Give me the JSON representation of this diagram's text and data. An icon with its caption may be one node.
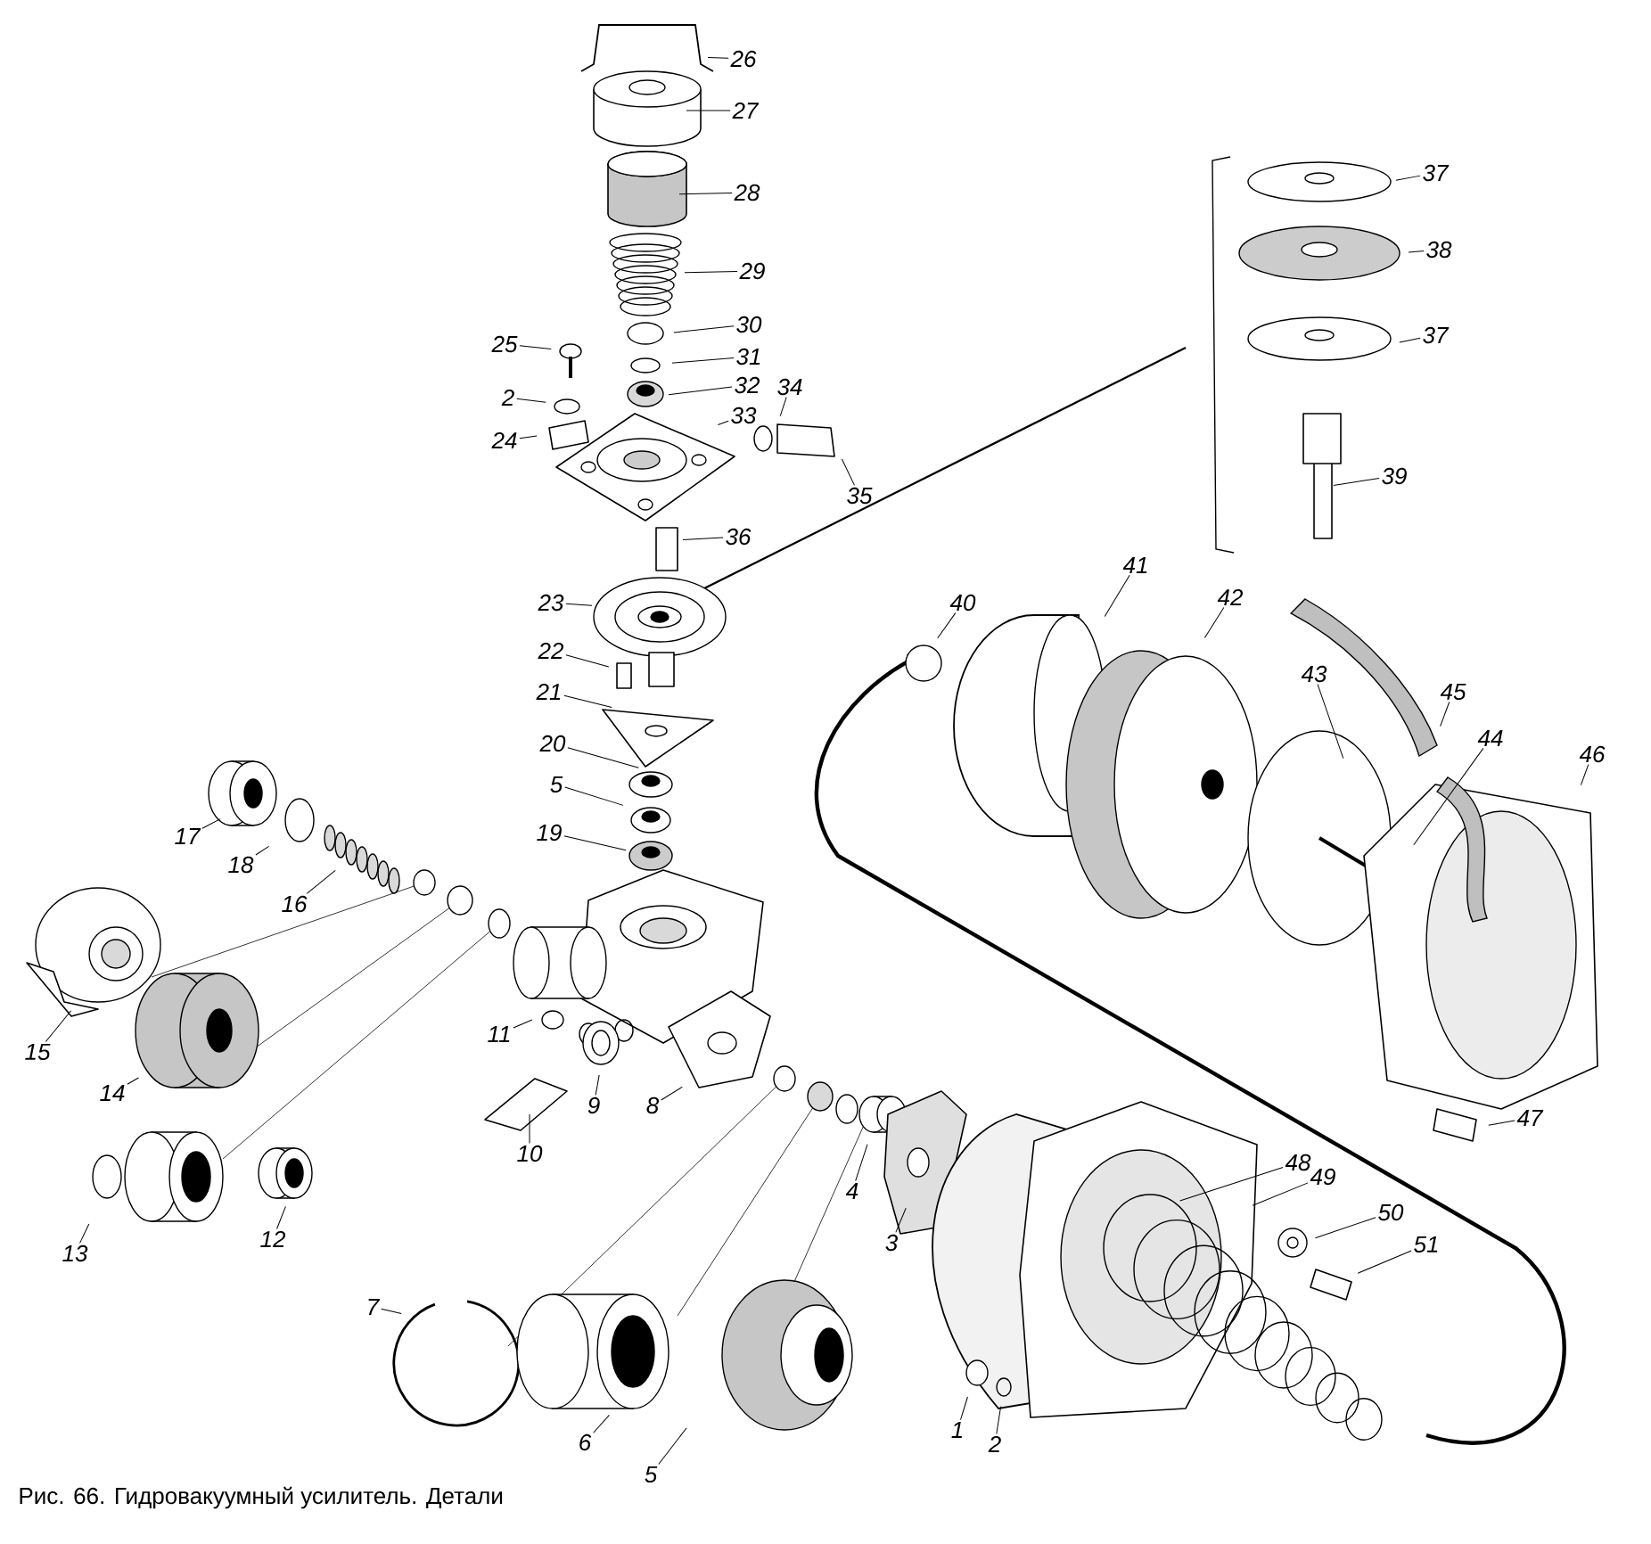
{
  "diagram": {
    "caption": "Рис. 66. Гидровакуумный усилитель. Детали",
    "nodes": [
      {
        "text": [
          "26"
        ]
      },
      {
        "text": [
          "27"
        ]
      },
      {
        "text": [
          "37"
        ]
      },
      {
        "text": [
          "28"
        ]
      },
      {
        "text": [
          "38"
        ]
      },
      {
        "text": [
          "29"
        ]
      },
      {
        "text": [
          "30"
        ]
      },
      {
        "text": [
          "37"
        ]
      },
      {
        "text": [
          "25"
        ]
      },
      {
        "text": [
          "31"
        ]
      },
      {
        "text": [
          "32"
        ]
      },
      {
        "text": [
          "34"
        ]
      },
      {
        "text": [
          "2"
        ]
      },
      {
        "text": [
          "33"
        ]
      },
      {
        "text": [
          "24"
        ]
      },
      {
        "text": [
          "39"
        ]
      },
      {
        "text": [
          "35"
        ]
      },
      {
        "text": [
          "36"
        ]
      },
      {
        "text": [
          "41"
        ]
      },
      {
        "text": [
          "42"
        ]
      },
      {
        "text": [
          "40"
        ]
      },
      {
        "text": [
          "23"
        ]
      },
      {
        "text": [
          "22"
        ]
      },
      {
        "text": [
          "43"
        ]
      },
      {
        "text": [
          "21"
        ]
      },
      {
        "text": [
          "45"
        ]
      },
      {
        "text": [
          "44"
        ]
      },
      {
        "text": [
          "20"
        ]
      },
      {
        "text": [
          "46"
        ]
      },
      {
        "text": [
          "5"
        ]
      },
      {
        "text": [
          "19"
        ]
      },
      {
        "text": [
          "17"
        ]
      },
      {
        "text": [
          "18"
        ]
      },
      {
        "text": [
          "16"
        ]
      },
      {
        "text": [
          "11"
        ]
      },
      {
        "text": [
          "15"
        ]
      },
      {
        "text": [
          "14"
        ]
      },
      {
        "text": [
          "8"
        ]
      },
      {
        "text": [
          "9"
        ]
      },
      {
        "text": [
          "47"
        ]
      },
      {
        "text": [
          "10"
        ]
      },
      {
        "text": [
          "48"
        ]
      },
      {
        "text": [
          "49"
        ]
      },
      {
        "text": [
          "4"
        ]
      },
      {
        "text": [
          "50"
        ]
      },
      {
        "text": [
          "51"
        ]
      },
      {
        "text": [
          "3"
        ]
      },
      {
        "text": [
          "12"
        ]
      },
      {
        "text": [
          "13"
        ]
      },
      {
        "text": [
          "7"
        ]
      },
      {
        "text": [
          "6"
        ]
      },
      {
        "text": [
          "1"
        ]
      },
      {
        "text": [
          "2"
        ]
      },
      {
        "text": [
          "5"
        ]
      }
    ],
    "edges": [
      {
        "from": 0,
        "to": null,
        "arrow": "none"
      },
      {
        "from": 1,
        "to": null,
        "arrow": "none"
      },
      {
        "from": 2,
        "to": null,
        "arrow": "none"
      },
      {
        "from": 3,
        "to": null,
        "arrow": "none"
      },
      {
        "from": 4,
        "to": null,
        "arrow": "none"
      },
      {
        "from": 5,
        "to": null,
        "arrow": "none"
      },
      {
        "from": 6,
        "to": null,
        "arrow": "none"
      },
      {
        "from": 7,
        "to": null,
        "arrow": "none"
      },
      {
        "from": 8,
        "to": null,
        "arrow": "none"
      },
      {
        "from": 9,
        "to": null,
        "arrow": "none"
      },
      {
        "from": 10,
        "to": null,
        "arrow": "none"
      },
      {
        "from": 11,
        "to": null,
        "arrow": "none"
      },
      {
        "from": 12,
        "to": null,
        "arrow": "none"
      },
      {
        "from": 13,
        "to": null,
        "arrow": "none"
      },
      {
        "from": 14,
        "to": null,
        "arrow": "none"
      },
      {
        "from": 15,
        "to": null,
        "arrow": "none"
      },
      {
        "from": 16,
        "to": null,
        "arrow": "none"
      },
      {
        "from": 17,
        "to": null,
        "arrow": "none"
      },
      {
        "from": 18,
        "to": null,
        "arrow": "none"
      },
      {
        "from": 19,
        "to": null,
        "arrow": "none"
      },
      {
        "from": 20,
        "to": null,
        "arrow": "none"
      },
      {
        "from": 21,
        "to": null,
        "arrow": "none"
      },
      {
        "from": 22,
        "to": null,
        "arrow": "none"
      },
      {
        "from": 23,
        "to": null,
        "arrow": "none"
      },
      {
        "from": 24,
        "to": null,
        "arrow": "none"
      },
      {
        "from": 25,
        "to": null,
        "arrow": "none"
      },
      {
        "from": 26,
        "to": null,
        "arrow": "none"
      },
      {
        "from": 27,
        "to": null,
        "arrow": "none"
      },
      {
        "from": 28,
        "to": null,
        "arrow": "none"
      },
      {
        "from": 29,
        "to": null,
        "arrow": "none"
      },
      {
        "from": 30,
        "to": null,
        "arrow": "none"
      },
      {
        "from": 31,
        "to": null,
        "arrow": "none"
      },
      {
        "from": 32,
        "to": null,
        "arrow": "none"
      },
      {
        "from": 33,
        "to": null,
        "arrow": "none"
      },
      {
        "from": 34,
        "to": null,
        "arrow": "none"
      },
      {
        "from": 35,
        "to": null,
        "arrow": "none"
      },
      {
        "from": 36,
        "to": null,
        "arrow": "none"
      },
      {
        "from": 37,
        "to": null,
        "arrow": "none"
      },
      {
        "from": 38,
        "to": null,
        "arrow": "none"
      },
      {
        "from": 39,
        "to": null,
        "arrow": "none"
      },
      {
        "from": 40,
        "to": null,
        "arrow": "none"
      },
      {
        "from": 41,
        "to": null,
        "arrow": "none"
      },
      {
        "from": 42,
        "to": null,
        "arrow": "none"
      },
      {
        "from": 43,
        "to": null,
        "arrow": "none"
      },
      {
        "from": 44,
        "to": null,
        "arrow": "none"
      },
      {
        "from": 45,
        "to": null,
        "arrow": "none"
      },
      {
        "from": 46,
        "to": null,
        "arrow": "none"
      },
      {
        "from": 47,
        "to": null,
        "arrow": "none"
      },
      {
        "from": 48,
        "to": null,
        "arrow": "none"
      },
      {
        "from": 49,
        "to": null,
        "arrow": "none"
      },
      {
        "from": 50,
        "to": null,
        "arrow": "none"
      },
      {
        "from": 51,
        "to": null,
        "arrow": "none"
      },
      {
        "from": 52,
        "to": null,
        "arrow": "none"
      },
      {
        "from": 53,
        "to": null,
        "arrow": "none"
      }
    ]
  }
}
